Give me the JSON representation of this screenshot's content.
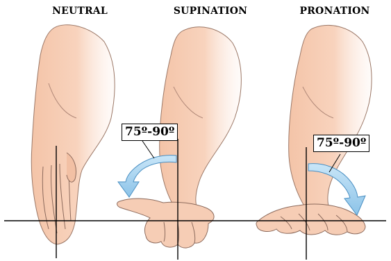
{
  "labels": {
    "neutral": "NEUTRAL",
    "supination": "SUPINATION",
    "pronation": "PRONATION"
  },
  "angles": {
    "supination": "75º-90º",
    "pronation": "75º-90º"
  },
  "colors": {
    "skin": "#f6cdb5",
    "skin_shadow": "#eaa98a",
    "outline": "#7a5a4a",
    "arrow": "#a8d4ef",
    "arrow_edge": "#4a8fc2",
    "axis": "#000000"
  }
}
